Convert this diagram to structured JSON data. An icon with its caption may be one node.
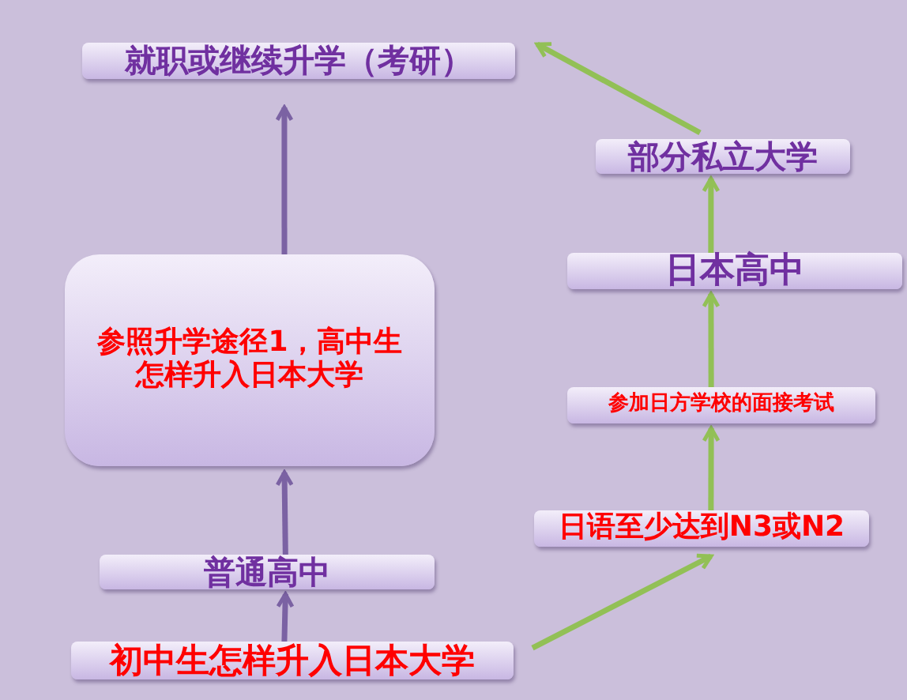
{
  "diagram": {
    "nodes": [
      {
        "text": [
          "就职或继续升学（考研）"
        ]
      },
      {
        "text": [
          "部分私立大学"
        ]
      },
      {
        "text": [
          "参照升学途径1，高中生怎样升入日本大学"
        ]
      },
      {
        "text": [
          "日本高中"
        ]
      },
      {
        "text": [
          "参加日方学校的面接考试"
        ]
      },
      {
        "text": [
          "日语至少达到N3或N2"
        ]
      },
      {
        "text": [
          "普通高中"
        ]
      },
      {
        "text": [
          "初中生怎样升入日本大学"
        ]
      }
    ],
    "edges": [
      {
        "from": 7,
        "to": 6,
        "arrow": "to",
        "color": "#7b62a3"
      },
      {
        "from": 6,
        "to": 2,
        "arrow": "to",
        "color": "#7b62a3"
      },
      {
        "from": 2,
        "to": 0,
        "arrow": "to",
        "color": "#7b62a3"
      },
      {
        "from": 7,
        "to": 5,
        "arrow": "to"
      },
      {
        "from": 5,
        "to": 4,
        "arrow": "to"
      },
      {
        "from": 4,
        "to": 3,
        "arrow": "to"
      },
      {
        "from": 3,
        "to": 1,
        "arrow": "to"
      },
      {
        "from": 1,
        "to": 0,
        "arrow": "to"
      }
    ]
  }
}
